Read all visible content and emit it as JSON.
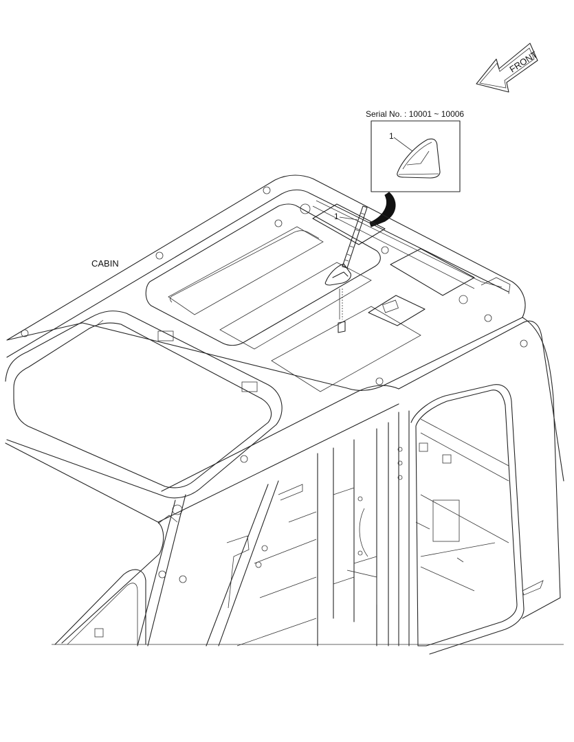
{
  "front_arrow": {
    "label": "FRONT"
  },
  "serial_note": {
    "text": "Serial No. : 10001 ~ 10006"
  },
  "callouts": {
    "inset_part": "1",
    "antenna_part": "1"
  },
  "assembly": {
    "label": "CABIN"
  },
  "colors": {
    "line": "#222222",
    "background": "#ffffff",
    "fill_light": "#f2f2f2",
    "fill_dark": "#1a1a1a"
  }
}
